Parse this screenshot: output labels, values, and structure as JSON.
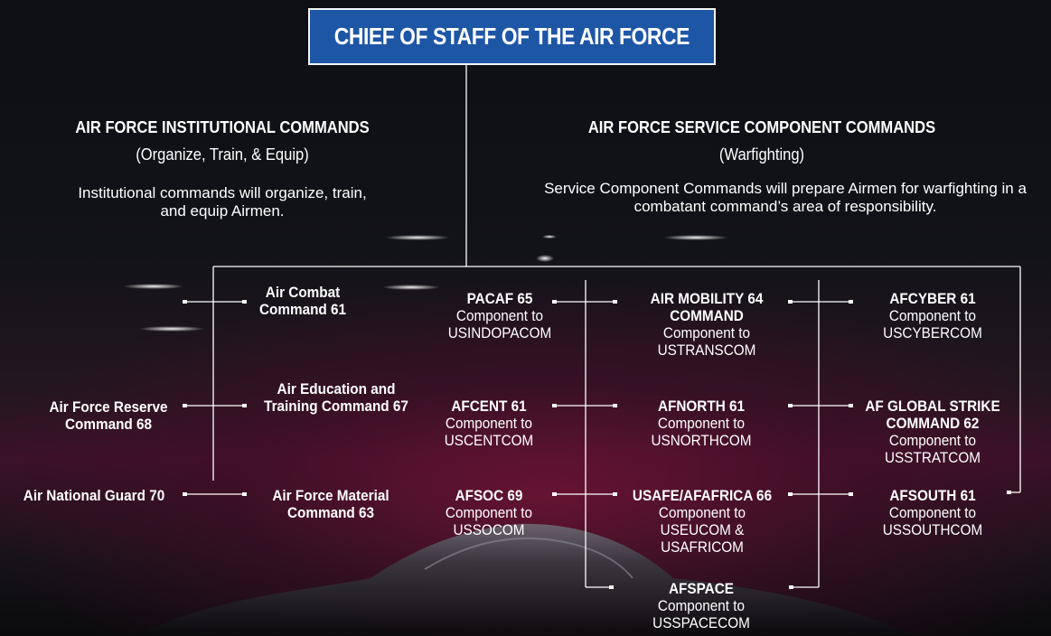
{
  "header": {
    "title": "CHIEF OF STAFF OF THE AIR FORCE"
  },
  "institutional": {
    "heading": "AIR FORCE INSTITUTIONAL COMMANDS",
    "subheading": "(Organize, Train, & Equip)",
    "description": "Institutional commands will organize, train, and equip Airmen."
  },
  "service": {
    "heading": "AIR FORCE SERVICE COMPONENT COMMANDS",
    "subheading": "(Warfighting)",
    "description": "Service Component Commands will prepare Airmen for warfighting in a combatant command’s area of responsibility."
  },
  "institutional_commands": {
    "acc": "Air Combat Command 61",
    "aetc": "Air Education and Training Command 67",
    "afmc": "Air Force Material Command 63",
    "afrc": "Air Force Reserve Command 68",
    "ang": "Air National Guard 70"
  },
  "component_commands": {
    "pacaf": {
      "name": "PACAF 65",
      "component": "Component to USINDOPACOM"
    },
    "afcent": {
      "name": "AFCENT 61",
      "component": "Component to USCENTCOM"
    },
    "afsoc": {
      "name": "AFSOC 69",
      "component": "Component to USSOCOM"
    },
    "amc": {
      "name": "AIR MOBILITY 64 COMMAND",
      "component": "Component to USTRANSCOM"
    },
    "afnorth": {
      "name": "AFNORTH 61",
      "component": "Component to USNORTHCOM"
    },
    "usafe": {
      "name": "USAFE/AFAFRICA 66",
      "component": "Component to USEUCOM & USAFRICOM"
    },
    "afspace": {
      "name": "AFSPACE",
      "component": "Component to USSPACECOM"
    },
    "afcyber": {
      "name": "AFCYBER 61",
      "component": "Component to USCYBERCOM"
    },
    "afgsc": {
      "name": "AF GLOBAL STRIKE COMMAND 62",
      "component": "Component to USSTRATCOM"
    },
    "afsouth": {
      "name": "AFSOUTH 61",
      "component": "Component to USSOUTHCOM"
    }
  },
  "colors": {
    "title_box": "#1e56a6",
    "text": "#ffffff",
    "line": "#ffffff",
    "sky_glow": "#7a1437"
  }
}
